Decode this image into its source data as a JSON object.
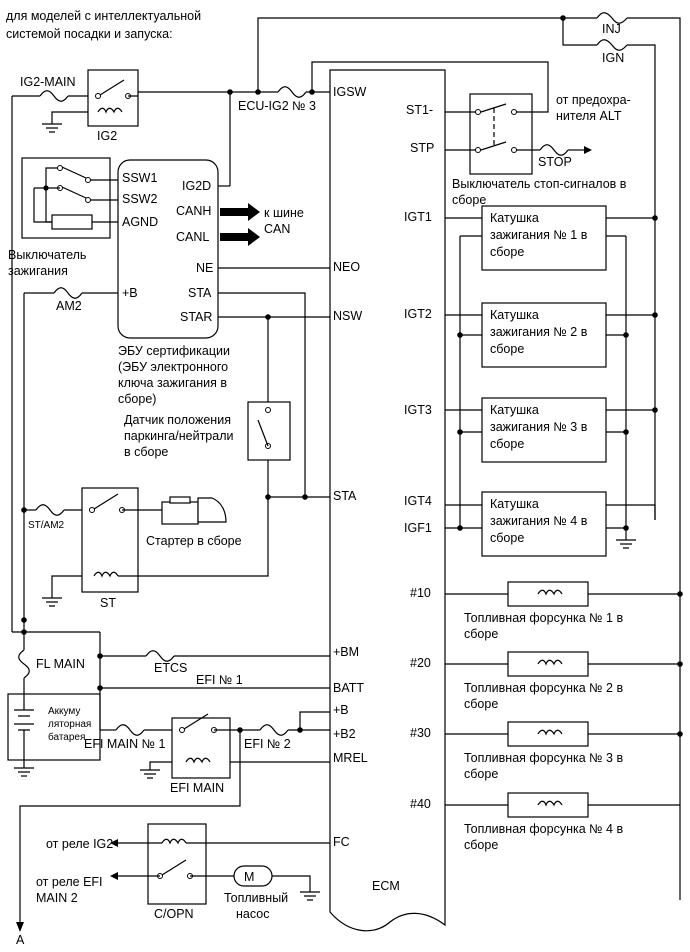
{
  "header": {
    "line1": "для моделей с интеллектуальной",
    "line2": "системой посадки и запуска:"
  },
  "fuses": {
    "inj": "INJ",
    "ign": "IGN",
    "ig2_main": "IG2-MAIN",
    "ecu_ig2": "ECU-IG2 № 3",
    "am2": "AM2",
    "st_am2": "ST/AM2",
    "fl_main": "FL MAIN",
    "etcs": "ETCS",
    "efi1": "EFI № 1",
    "efi_main1": "EFI MAIN № 1",
    "efi2": "EFI № 2",
    "stop": "STOP"
  },
  "relays": {
    "ig2": "IG2",
    "st": "ST",
    "efi_main": "EFI MAIN",
    "copn": "C/OPN"
  },
  "ignition_switch": {
    "label1": "Выключатель",
    "label2": "зажигания"
  },
  "cert_ecu": {
    "pin_ssw1": "SSW1",
    "pin_ssw2": "SSW2",
    "pin_agnd": "AGND",
    "pin_ig2d": "IG2D",
    "pin_canh": "CANH",
    "pin_canl": "CANL",
    "pin_ne": "NE",
    "pin_b": "+B",
    "pin_sta": "STA",
    "pin_star": "STAR",
    "label1": "ЭБУ сертификации",
    "label2": "(ЭБУ электронного",
    "label3": "ключа зажигания в",
    "label4": "сборе)"
  },
  "can_bus": {
    "line1": "к шине",
    "line2": "CAN"
  },
  "park_neutral": {
    "line1": "Датчик положения",
    "line2": "паркинга/нейтрали",
    "line3": "в сборе"
  },
  "starter": {
    "label": "Стартер в сборе"
  },
  "battery": {
    "line1": "Аккуму",
    "line2": "ляторная",
    "line3": "батарея"
  },
  "ecm": {
    "name": "ECM",
    "left_pins": [
      "IGSW",
      "NEO",
      "NSW",
      "STA",
      "+BM",
      "BATT",
      "+B",
      "+B2",
      "MREL",
      "FC"
    ],
    "right_pins": [
      "ST1-",
      "STP",
      "IGT1",
      "IGT2",
      "IGT3",
      "IGT4",
      "IGF1",
      "#10",
      "#20",
      "#30",
      "#40"
    ]
  },
  "alt_fuse": {
    "line1": "от предохра-",
    "line2": "нителя ALT"
  },
  "stop_switch": {
    "line1": "Выключатель стоп-сигналов в",
    "line2": "сборе"
  },
  "coils": [
    {
      "line1": "Катушка",
      "line2": "зажигания № 1 в",
      "line3": "сборе"
    },
    {
      "line1": "Катушка",
      "line2": "зажигания № 2 в",
      "line3": "сборе"
    },
    {
      "line1": "Катушка",
      "line2": "зажигания № 3 в",
      "line3": "сборе"
    },
    {
      "line1": "Катушка",
      "line2": "зажигания № 4 в",
      "line3": "сборе"
    }
  ],
  "injectors": [
    {
      "line1": "Топливная форсунка № 1 в",
      "line2": "сборе"
    },
    {
      "line1": "Топливная форсунка № 2 в",
      "line2": "сборе"
    },
    {
      "line1": "Топливная форсунка № 3 в",
      "line2": "сборе"
    },
    {
      "line1": "Топливная форсунка № 4 в",
      "line2": "сборе"
    }
  ],
  "fuel_pump": {
    "symbol": "M",
    "line1": "Топливный",
    "line2": "насос"
  },
  "relay_inputs": {
    "ig2_line": "от реле IG2",
    "efi_line1": "от реле EFI",
    "efi_line2": "MAIN 2"
  },
  "connector": {
    "label": "A"
  }
}
